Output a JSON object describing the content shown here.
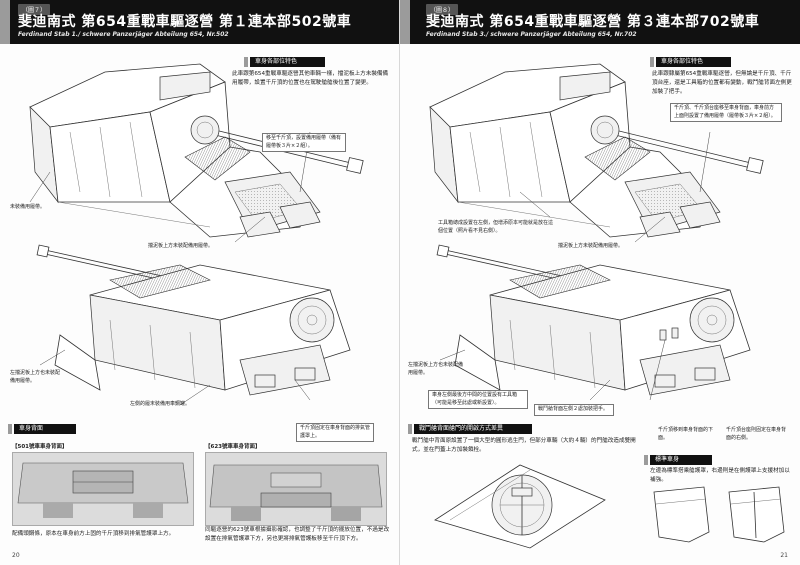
{
  "left": {
    "tag": "（圖７）",
    "title": "斐迪南式 第654重戰車驅逐營 第１連本部502號車",
    "subtitle": "Ferdinand Stab 1./ schwere Panzerjäger Abteilung 654, Nr.502",
    "section_features": "車身各部位特色",
    "features_text": "此車跟第654重戰車驅逐營其他車輛一樣，擋泥板上方未裝備備用履帶，設置千斤頂的位置也在駕駛艙艙後位置了變更。",
    "callouts": {
      "jack": "移至千斤頂，設置備用履帶（備有履帶板３片×２組）。",
      "no_track": "未裝備用履帶。",
      "mudguard_rear": "擋泥板上方未裝配備用履帶。",
      "mudguard_front": "左擋泥板上方也未裝配備用履帶。",
      "left_side": "左側的履末裝備用車鋼罐。",
      "jack_back": "千斤頂固定在車身背面的排氣管護罩上。"
    },
    "section_rear": "車身背面",
    "photo1_label": "【501號車車身背面】",
    "photo2_label": "【623號車車身背面】",
    "caption1": "配備頭鋼條，原本在車身前方上固的千斤頂移到排氣管護罩上方。",
    "caption2": "同驅逐營的623號車根據攝影確認，也調整了千斤頂的擺放位置，不過是改設置在排氣管護罩下方，另也更將排氣管護板移至千斤頂下方。",
    "page_number": "20"
  },
  "right": {
    "tag": "（圖８）",
    "title": "斐迪南式 第654重戰車驅逐營 第３連本部702號車",
    "subtitle": "Ferdinand Stab 3./ schwere Panzerjäger Abteilung 654, Nr.702",
    "section_features": "車身各部位特色",
    "features_text": "此車跟隸屬第654重戰車驅逐營，但無論是千斤頂、千斤頂台座，還是工具箱的位置都有變動，戰鬥艙背面左側更加裝了把手。",
    "callouts": {
      "jack": "千斤頂、千斤頂台座移至車身背面，車身前方上面則設置了備用履帶（履帶板３片×２組）。",
      "toolbox": "工具箱總成設置在左側，但增添原本可能就是放在這個位置（照片看不見右側）。",
      "mudguard": "擋泥板上方未裝配備用履帶。",
      "mudguard_left": "左擋泥板上方也未裝配備用履帶。",
      "toolbox_rear": "車身左側最後方中間的位置設有工具箱（可能是移至此處或新設置）。",
      "handle": "戰鬥艙背面左側２處加裝把手。",
      "jack_bottom": "千斤頂移到車身背面的下面。",
      "jack_base": "千斤頂台座則固定在車身背面的右側。"
    },
    "section_hatch": "戰鬥艙背面艙門的開啟方式差異",
    "hatch_text": "戰鬥艙中背面原設置了一個大型的圓形逃生門，但部分車輛（大約４輛）的門艙改造成雙開式，並在門蓋上方加裝鎖栓。",
    "section_tools": "標準車身",
    "tools_text": "左邊為標準搭乘艙護罩，右邊則是在側護罩上支援材加以補強。",
    "page_number": "21"
  },
  "colors": {
    "header": "#111111",
    "accent": "#9b9b9b",
    "paper": "#fdfdfd"
  }
}
